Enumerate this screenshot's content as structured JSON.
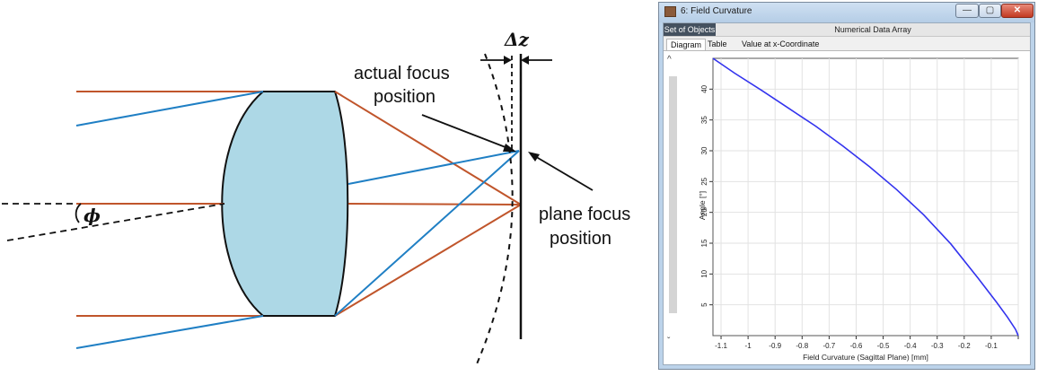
{
  "diagram": {
    "delta_z_label": "Δz",
    "phi_label": "ϕ",
    "actual_focus_line1": "actual focus",
    "actual_focus_line2": "position",
    "plane_focus_line1": "plane focus",
    "plane_focus_line2": "position",
    "colors": {
      "lens": "#add8e6",
      "red_ray": "#c0552b",
      "blue_ray": "#1f7fc4",
      "line": "#111111"
    }
  },
  "window": {
    "title": "6: Field Curvature",
    "buttons": {
      "minimize": "—",
      "maximize": "▢",
      "close": "✕"
    },
    "set_of_objects": "Set of Objects",
    "numerical_data_array": "Numerical Data Array",
    "tabs": [
      {
        "label": "Diagram",
        "active": true
      },
      {
        "label": "Table",
        "active": false
      },
      {
        "label": "Value at x-Coordinate",
        "active": false
      }
    ],
    "scroll_up": "^",
    "scroll_down": "ˇ"
  },
  "chart_data": {
    "type": "line",
    "xlabel": "Field Curvature (Sagittal Plane) [mm]",
    "ylabel": "Angle [°]",
    "xlim": [
      -1.13,
      0.0
    ],
    "ylim": [
      0,
      45
    ],
    "x_ticks": [
      -1.1,
      -1,
      -0.9,
      -0.8,
      -0.7,
      -0.6,
      -0.5,
      -0.4,
      -0.3,
      -0.2,
      -0.1,
      0
    ],
    "x_tick_labels": [
      "-1.1",
      "-1",
      "-0.9",
      "-0.8",
      "-0.7",
      "-0.6",
      "-0.5",
      "-0.4",
      "-0.3",
      "-0.2",
      "-0.1",
      ""
    ],
    "y_ticks": [
      5,
      10,
      15,
      20,
      25,
      30,
      35,
      40
    ],
    "grid": true,
    "series": [
      {
        "color": "#3333ee",
        "x": [
          -1.13,
          -1.05,
          -0.95,
          -0.85,
          -0.75,
          -0.65,
          -0.55,
          -0.45,
          -0.35,
          -0.25,
          -0.15,
          -0.08,
          -0.04,
          -0.01,
          0.0
        ],
        "y": [
          45,
          42.6,
          39.8,
          36.9,
          34.0,
          30.8,
          27.4,
          23.7,
          19.6,
          14.9,
          9.4,
          5.4,
          3.0,
          1.0,
          0
        ]
      }
    ]
  }
}
